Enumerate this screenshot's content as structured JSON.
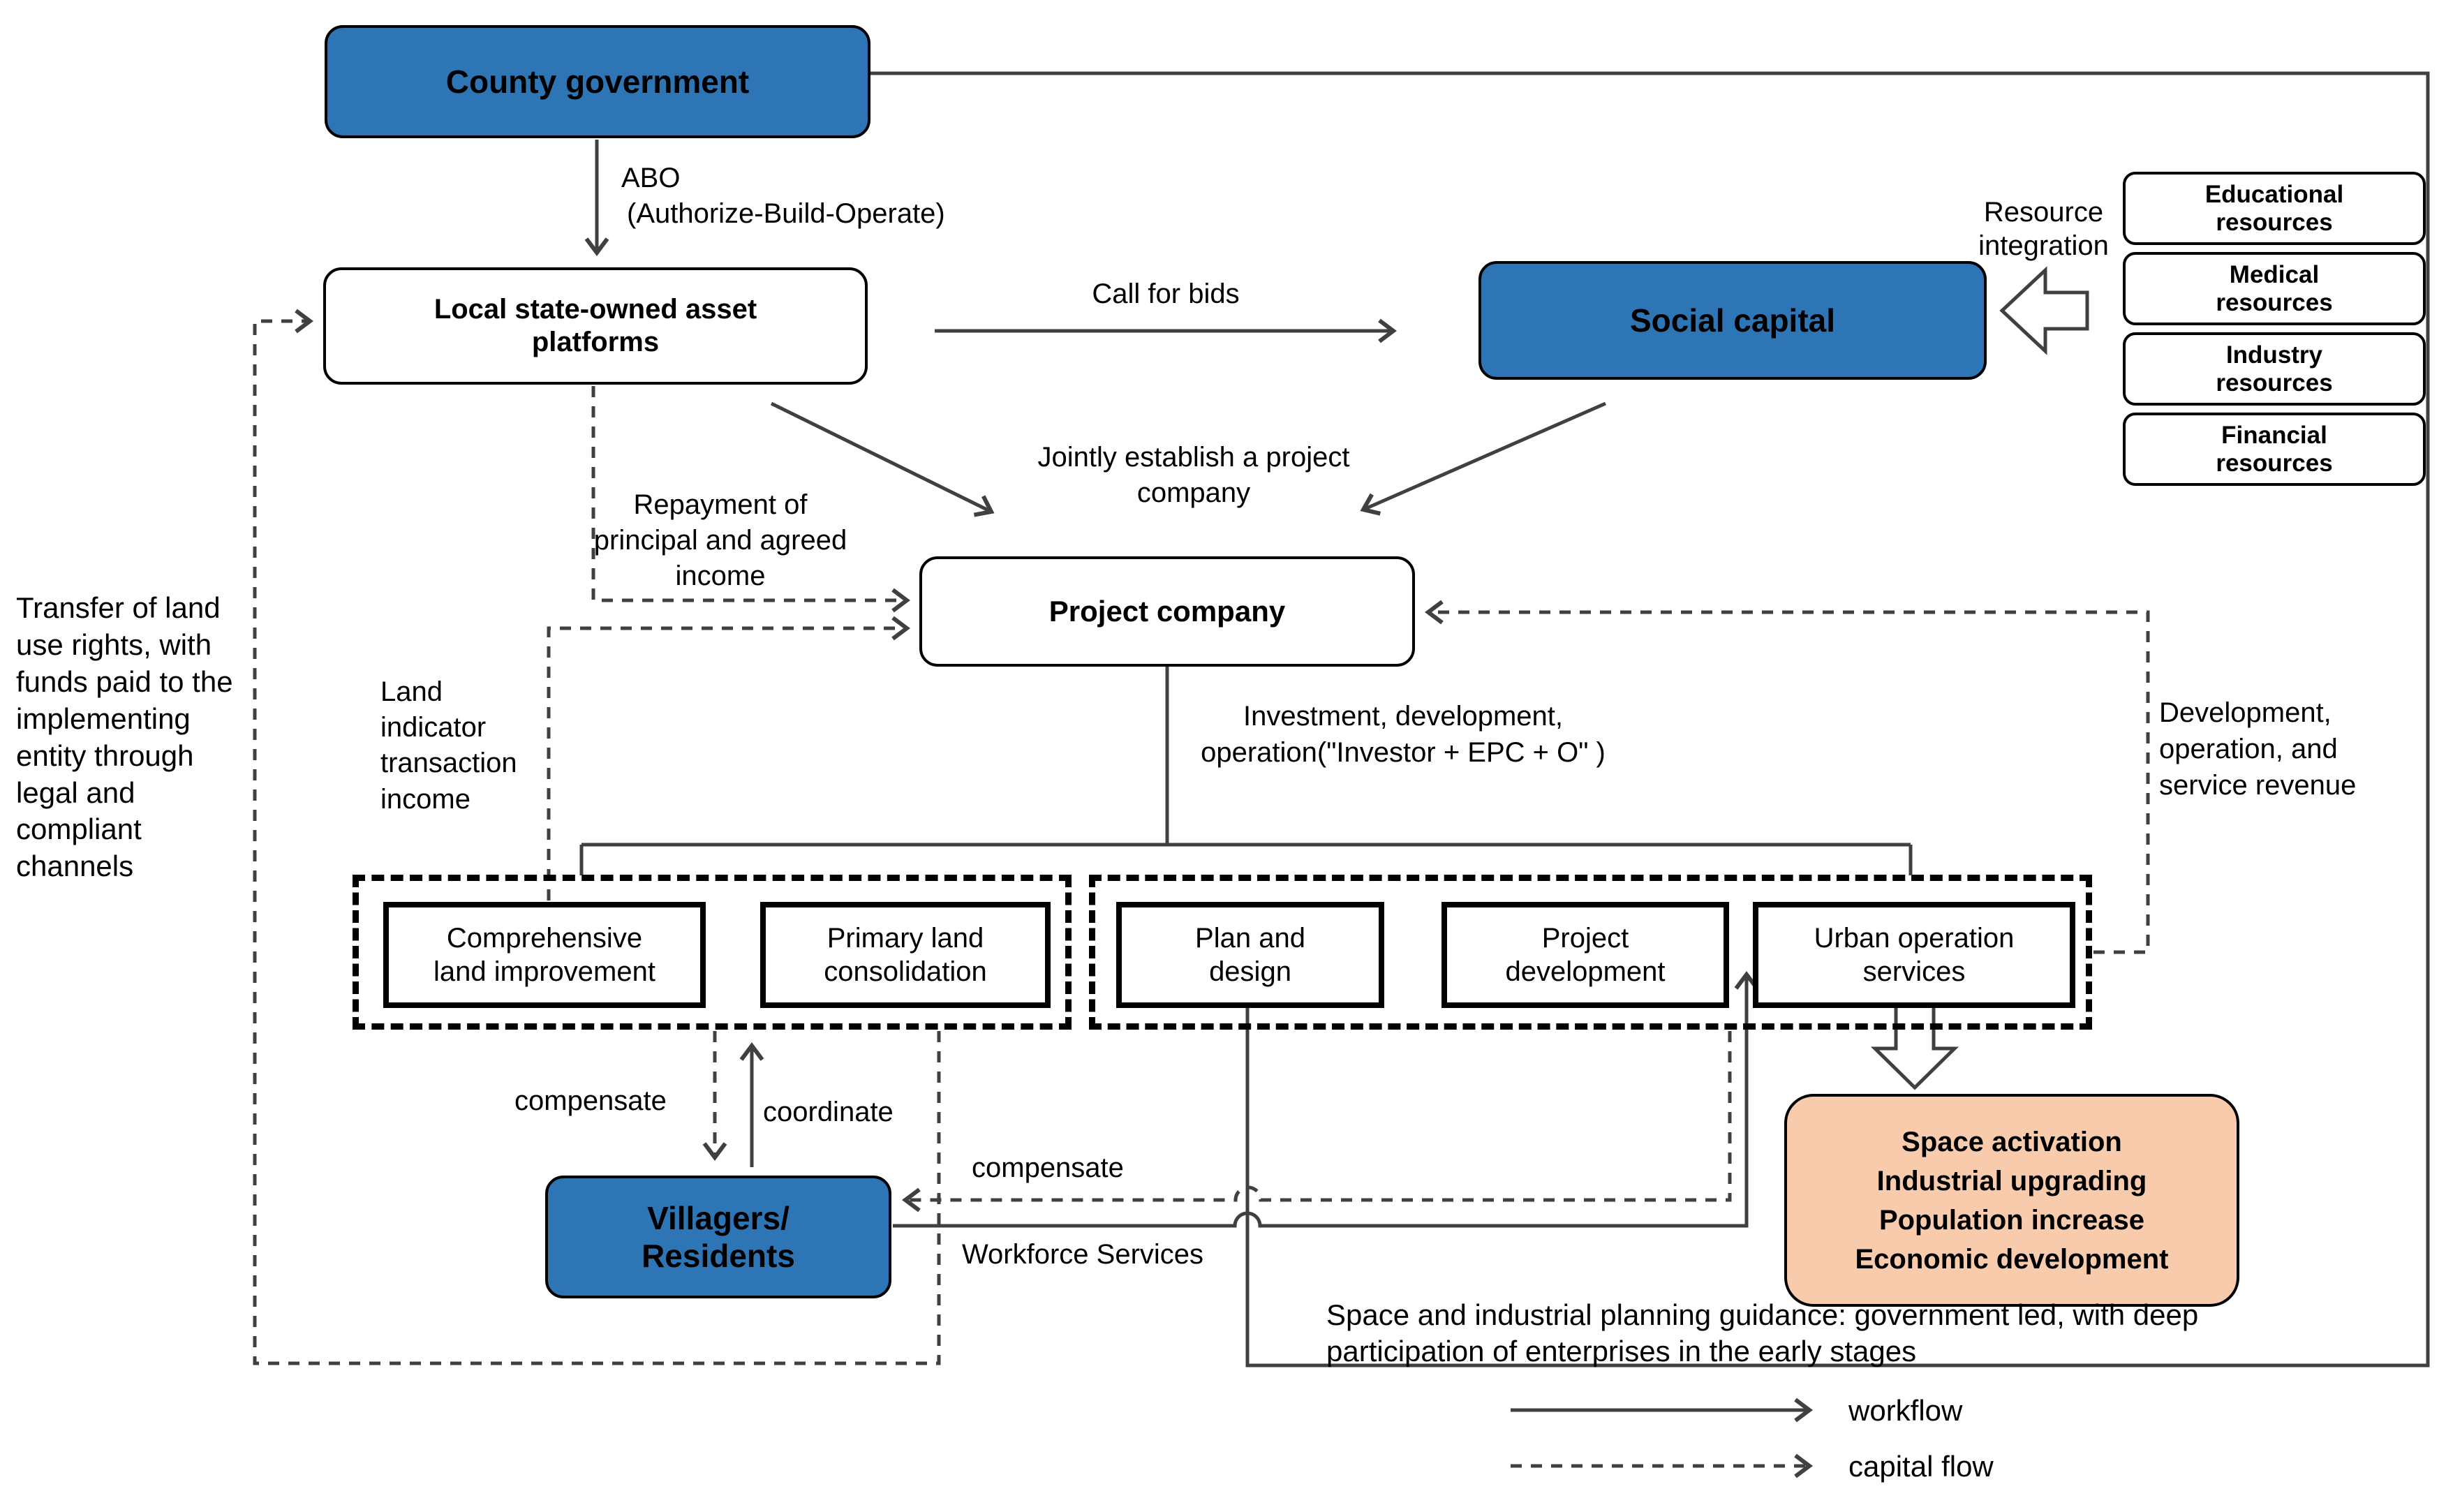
{
  "nodes": {
    "county": {
      "label": "County government"
    },
    "platforms": {
      "label": "Local state-owned asset platforms"
    },
    "social": {
      "label": "Social capital"
    },
    "project": {
      "label": "Project company"
    },
    "villagers": {
      "lines": [
        "Villagers/",
        "Residents"
      ]
    },
    "resources": [
      {
        "label": "Educational resources"
      },
      {
        "label": "Medical resources"
      },
      {
        "label": "Industry resources"
      },
      {
        "label": "Financial resources"
      }
    ],
    "land_group": [
      {
        "label": "Comprehensive land improvement"
      },
      {
        "label": "Primary land consolidation"
      }
    ],
    "ops_group": [
      {
        "label": "Plan and design"
      },
      {
        "label": "Project development"
      },
      {
        "label": "Urban operation services"
      }
    ],
    "outcome": {
      "lines": [
        "Space activation",
        "Industrial upgrading",
        "Population increase",
        "Economic development"
      ]
    }
  },
  "labels": {
    "abo": [
      "ABO",
      "(Authorize-Build-Operate)"
    ],
    "call_for_bids": "Call for bids",
    "jointly": "Jointly establish a project company",
    "repayment": "Repayment of principal and agreed income",
    "land_income": "Land indicator transaction income",
    "transfer": "Transfer of land use rights, with funds paid to the implementing entity through legal and compliant channels",
    "investment": [
      "Investment, development,",
      "operation(\"Investor + EPC + O\" )"
    ],
    "dev_revenue": "Development, operation, and service revenue",
    "resource_integration": "Resource integration",
    "compensate_left": "compensate",
    "coordinate": "coordinate",
    "compensate_right": "compensate",
    "workforce": "Workforce Services",
    "guidance": [
      "Space and industrial planning guidance: government led, with deep",
      "participation of enterprises in the early stages"
    ],
    "legend_workflow": "workflow",
    "legend_capital_flow": "capital flow"
  },
  "colors": {
    "node_blue": "#2E75B6",
    "outcome_peach": "#F8CBAD",
    "line_gray": "#404040"
  }
}
